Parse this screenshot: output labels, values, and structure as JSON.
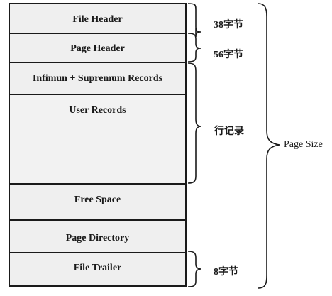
{
  "sections": {
    "file_header": "File Header",
    "page_header": "Page Header",
    "infimum_supremum": "Infimun + Supremum Records",
    "user_records": "User Records",
    "free_space": "Free Space",
    "page_directory": "Page Directory",
    "file_trailer": "File Trailer"
  },
  "annotations": {
    "file_header_size": "38字节",
    "page_header_size": "56字节",
    "row_records": "行记录",
    "file_trailer_size": "8字节",
    "page_size": "Page Size"
  }
}
